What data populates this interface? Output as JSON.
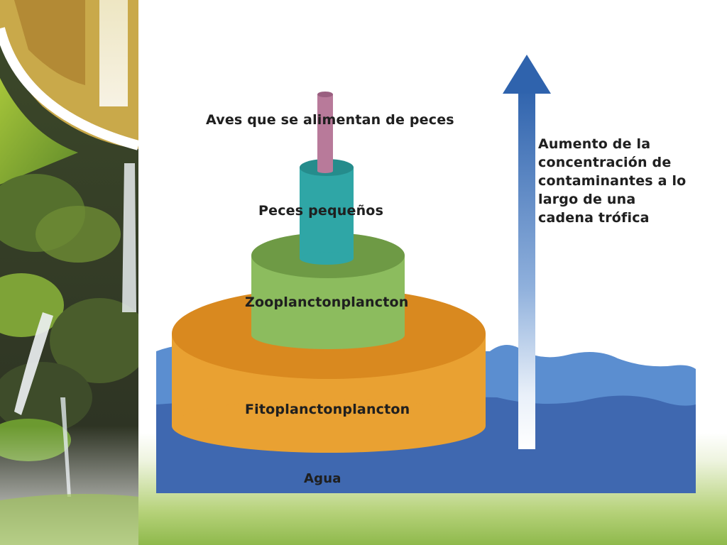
{
  "diagram": {
    "levels": [
      {
        "key": "birds",
        "label": "Aves que se alimentan de peces",
        "color": "#b87a9a"
      },
      {
        "key": "fish",
        "label": "Peces pequeños",
        "color": "#2fa6a6"
      },
      {
        "key": "zooplankton",
        "label": "Zooplanctonplancton",
        "color": "#86b65a"
      },
      {
        "key": "phytoplankton",
        "label": "Fitoplanctonplancton",
        "color": "#e9a132"
      }
    ],
    "water": {
      "label": "Agua",
      "color_deep": "#3f68b0",
      "color_light": "#5b8ed0"
    },
    "arrow": {
      "lines": [
        "Aumento de la",
        "concentración de",
        "contaminantes a lo",
        "largo de una",
        "cadena trófica"
      ],
      "color": "#2f63ad"
    }
  },
  "theme": {
    "band_color": "#8fb94c"
  }
}
